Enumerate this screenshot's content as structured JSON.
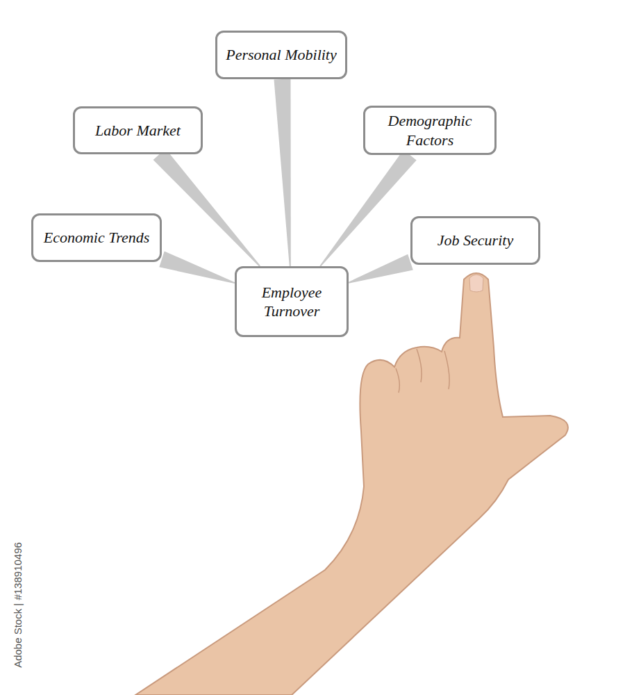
{
  "diagram": {
    "nodes": [
      {
        "text": [
          "Personal Mobility"
        ]
      },
      {
        "text": [
          "Labor Market"
        ]
      },
      {
        "text": [
          "Demographic Factors"
        ]
      },
      {
        "text": [
          "Economic Trends"
        ]
      },
      {
        "text": [
          "Job Security"
        ]
      },
      {
        "text": [
          "Employee Turnover"
        ]
      }
    ],
    "edges": [
      {
        "from": 5,
        "to": 0,
        "arrow": "none"
      },
      {
        "from": 5,
        "to": 1,
        "arrow": "none"
      },
      {
        "from": 5,
        "to": 2,
        "arrow": "none"
      },
      {
        "from": 5,
        "to": 3,
        "arrow": "none"
      },
      {
        "from": 5,
        "to": 4,
        "arrow": "none"
      }
    ],
    "labels": [
      "Adobe Stock | #138910496"
    ]
  }
}
